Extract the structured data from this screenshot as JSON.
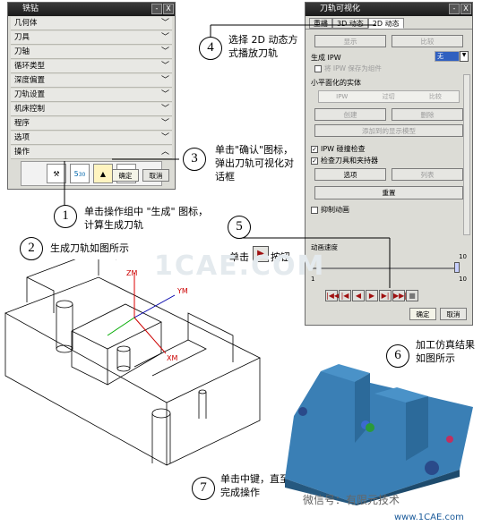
{
  "dialog_ops": {
    "title": "铣钻",
    "close_label": "X",
    "groups": [
      "几何体",
      "刀具",
      "刀轴",
      "循环类型",
      "深度偏置",
      "刀轨设置",
      "机床控制",
      "程序",
      "选项",
      "操作"
    ],
    "ok_label": "确定",
    "cancel_label": "取消"
  },
  "dialog_path": {
    "title": "刀轨可视化",
    "close_label": "X",
    "tabs": [
      "重播",
      "3D 动态",
      "2D 动态"
    ],
    "display_label": "显示",
    "compare_label": "比较",
    "ipw_label": "生成 IPW",
    "ipw_value": "无",
    "save_ipw_label": "将 IPW 保存为组件",
    "small_body_label": "小平面化的实体",
    "radio_labels": [
      "IPW",
      "过切",
      "比较"
    ],
    "create_label": "创建",
    "delete_label": "删除",
    "show_all_label": "添加到的显示模型",
    "ipw_check_label": "IPW 碰撞检查",
    "tool_check_label": "检查刀具和夹持器",
    "options_label": "选项",
    "list_label": "列表",
    "reset_label": "重置",
    "suppress_label": "抑制动画",
    "speed_label": "动画速度",
    "speed_min": "1",
    "speed_max": "10",
    "speed_value": 10,
    "ok_label": "确定",
    "cancel_label": "取消"
  },
  "callouts": [
    {
      "n": "1",
      "text": "单击操作组中 \"生成\" 图标，计算生成刀轨"
    },
    {
      "n": "2",
      "text": "生成刀轨如图所示"
    },
    {
      "n": "3",
      "text": "单击\"确认\"图标，弹出刀轨可视化对话框"
    },
    {
      "n": "4",
      "text": "选择 2D 动态方式播放刀轨"
    },
    {
      "n": "5",
      "text_before": "单击",
      "text_after": "按钮"
    },
    {
      "n": "6",
      "text": "加工仿真结果如图所示"
    },
    {
      "n": "7",
      "text": "单击中键，直至完成操作"
    }
  ],
  "axes": {
    "zm": "ZM",
    "ym": "YM",
    "xm": "XM"
  },
  "watermark": "1CAE.COM",
  "wechat": "微信号：有限元技术",
  "site": "www.1CAE.com"
}
